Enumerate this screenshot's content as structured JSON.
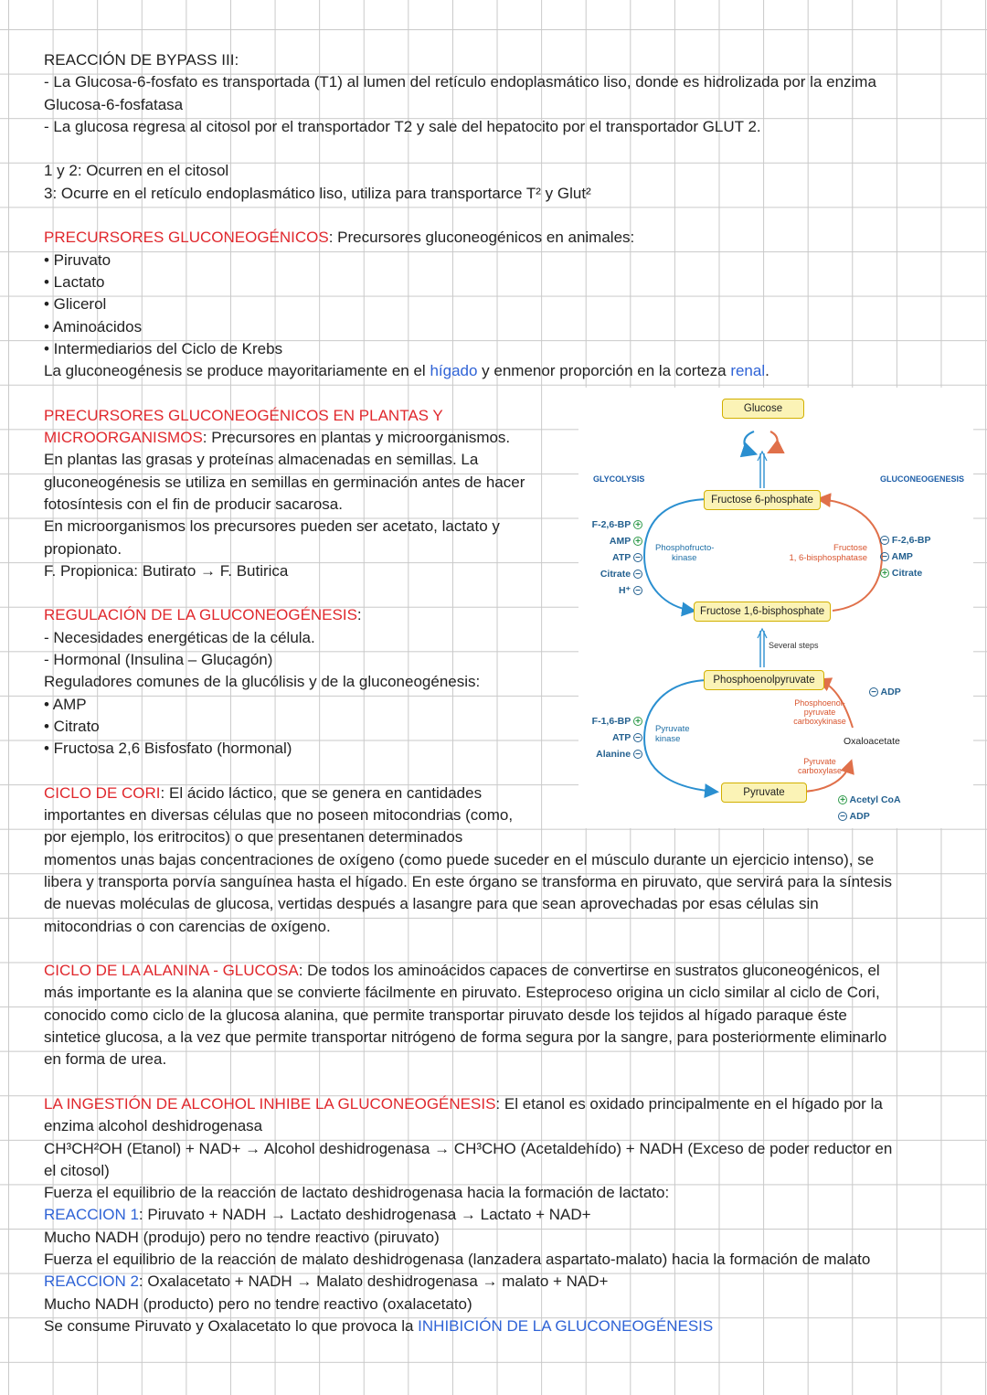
{
  "lines_top": [
    {
      "t": "REACCIÓN DE BYPASS III:"
    },
    {
      "t": "- La Glucosa-6-fosfato es transportada (T1) al lumen del retículo endoplasmático liso, donde es hidrolizada por la enzima"
    },
    {
      "t": "Glucosa-6-fosfatasa"
    },
    {
      "t": "- La glucosa regresa al citosol por el transportador T2 y sale del hepatocito por el transportador GLUT 2."
    },
    {
      "t": ""
    },
    {
      "t": "1 y 2: Ocurren en el citosol"
    },
    {
      "t": "3: Ocurre en el retículo endoplasmático liso, utiliza para transportarce T² y Glut²"
    },
    {
      "t": ""
    }
  ],
  "precursores": {
    "heading": "PRECURSORES GLUCONEOGÉNICOS",
    "rest": ":  Precursores gluconeogénicos en animales:",
    "items": [
      "• Piruvato",
      "• Lactato",
      "• Glicerol",
      "• Aminoácidos",
      "• Intermediarios del Ciclo de Krebs"
    ],
    "last_a": "La gluconeogénesis se produce mayoritariamente en el ",
    "last_b": "hígado",
    "last_c": " y enmenor proporción en la corteza ",
    "last_d": "renal",
    "last_e": "."
  },
  "plantas": {
    "h1": "PRECURSORES GLUCONEOGÉNICOS EN PLANTAS Y",
    "h2": "MICROORGANISMOS",
    "h2rest": ": Precursores en plantas y microorganismos.",
    "l3": "En plantas las grasas y proteínas almacenadas en semillas. La",
    "l4": "gluconeogénesis se utiliza en semillas en germinación antes de hacer",
    "l5": "fotosíntesis con el fin de producir sacarosa.",
    "l6": "En microorganismos los precursores pueden ser acetato, lactato y",
    "l7": "propionato.",
    "l8": "F. Propionica: Butirato → F. Butirica"
  },
  "regulacion": {
    "heading": "REGULACIÓN DE LA GLUCONEOGÉNESIS",
    "colon": ":",
    "l1": "- Necesidades energéticas de la célula.",
    "l2": "- Hormonal (Insulina – Glucagón)",
    "l3": "Reguladores comunes de la glucólisis y de la gluconeogénesis:",
    "l4": "• AMP",
    "l5": "• Citrato",
    "l6": "• Fructosa 2,6 Bisfosfato (hormonal)"
  },
  "cori": {
    "heading": "CICLO DE CORI",
    "l1": ": El ácido láctico, que se genera en cantidades",
    "l2": "importantes en diversas células que no poseen mitocondrias (como,",
    "l3": "por ejemplo, los eritrocitos) o que presentanen determinados",
    "l4": "momentos unas bajas concentraciones de oxígeno (como puede suceder en el músculo durante un ejercicio intenso), se",
    "l5": "libera y transporta porvía sanguínea hasta el hígado. En este órgano se transforma en piruvato, que servirá para la síntesis",
    "l6": "de nuevas moléculas de glucosa, vertidas después a lasangre para que sean aprovechadas por esas células sin",
    "l7": "mitocondrias o con carencias de oxígeno."
  },
  "alanina": {
    "heading": "CICLO DE LA ALANINA - GLUCOSA",
    "l1": ": De todos los aminoácidos capaces de convertirse en sustratos gluconeogénicos, el",
    "l2": "más importante es la alanina que se convierte fácilmente en piruvato. Esteproceso origina un ciclo similar al ciclo de Cori,",
    "l3": "conocido como ciclo de la glucosa alanina, que permite transportar piruvato desde los tejidos al hígado paraque éste",
    "l4": "sintetice glucosa, a la vez que permite transportar nitrógeno de forma segura por la sangre, para posteriormente eliminarlo",
    "l5": "en forma de urea."
  },
  "alcohol": {
    "heading": "LA INGESTIÓN DE ALCOHOL INHIBE LA GLUCONEOGÉNESIS",
    "l1": ": El etanol es oxidado principalmente en el hígado por la",
    "l2": "enzima alcohol deshidrogenasa",
    "l3": "CH³CH²OH (Etanol) + NAD+ → Alcohol deshidrogenasa → CH³CHO (Acetaldehído) + NADH  (Exceso de poder reductor en",
    "l4": "el citosol)",
    "l5": "Fuerza el equilibrio de la reacción de lactato deshidrogenasa hacia la formación de lactato:",
    "r1_label": "REACCION 1",
    "r1_text": ": Piruvato + NADH → Lactato deshidrogenasa → Lactato + NAD+",
    "l7": "Mucho NADH (produjo) pero no tendre reactivo (piruvato)",
    "l8": "Fuerza el equilibrio de la reacción de malato deshidrogenasa (lanzadera aspartato-malato) hacia la formación de malato",
    "r2_label": "REACCION 2",
    "r2_text": ": Oxalacetato + NADH → Malato deshidrogenasa → malato + NAD+",
    "l10": "Mucho NADH (producto) pero no tendre reactivo (oxalacetato)",
    "l11a": "Se consume Piruvato y Oxalacetato lo que provoca la ",
    "l11b": "INHIBICIÓN DE LA GLUCONEOGÉNESIS"
  },
  "diagram": {
    "glucose": "Glucose",
    "glycolysis": "GLYCOLYSIS",
    "gluconeogenesis": "GLUCONEOGENESIS",
    "f6p": "Fructose 6-phosphate",
    "f16bp": "Fructose 1,6-bisphosphate",
    "several": "Several steps",
    "pep": "Phosphoenolpyruvate",
    "pyruvate": "Pyruvate",
    "oxaloacetate": "Oxaloacetate",
    "pfk": [
      "Phosphofructo-",
      "kinase"
    ],
    "fbpase": [
      "Fructose",
      "1, 6-bisphosphatase"
    ],
    "pk": [
      "Pyruvate",
      "kinase"
    ],
    "pepck": [
      "Phosphoenol-",
      "pyruvate",
      "carboxykinase"
    ],
    "pc": [
      "Pyruvate",
      "carboxylase"
    ],
    "left_top": [
      "F-2,6-BP",
      "AMP",
      "ATP",
      "Citrate",
      "H⁺"
    ],
    "left_top_signs": [
      "+",
      "+",
      "−",
      "−",
      "−"
    ],
    "right_top": [
      "F-2,6-BP",
      "AMP",
      "Citrate"
    ],
    "right_top_signs": [
      "−",
      "−",
      "+"
    ],
    "left_bottom": [
      "F-1,6-BP",
      "ATP",
      "Alanine"
    ],
    "left_bottom_signs": [
      "+",
      "−",
      "−"
    ],
    "pepck_reg": "ADP",
    "pepck_reg_sign": "−",
    "pc_reg": [
      "Acetyl CoA",
      "ADP"
    ],
    "pc_reg_signs": [
      "+",
      "−"
    ]
  }
}
